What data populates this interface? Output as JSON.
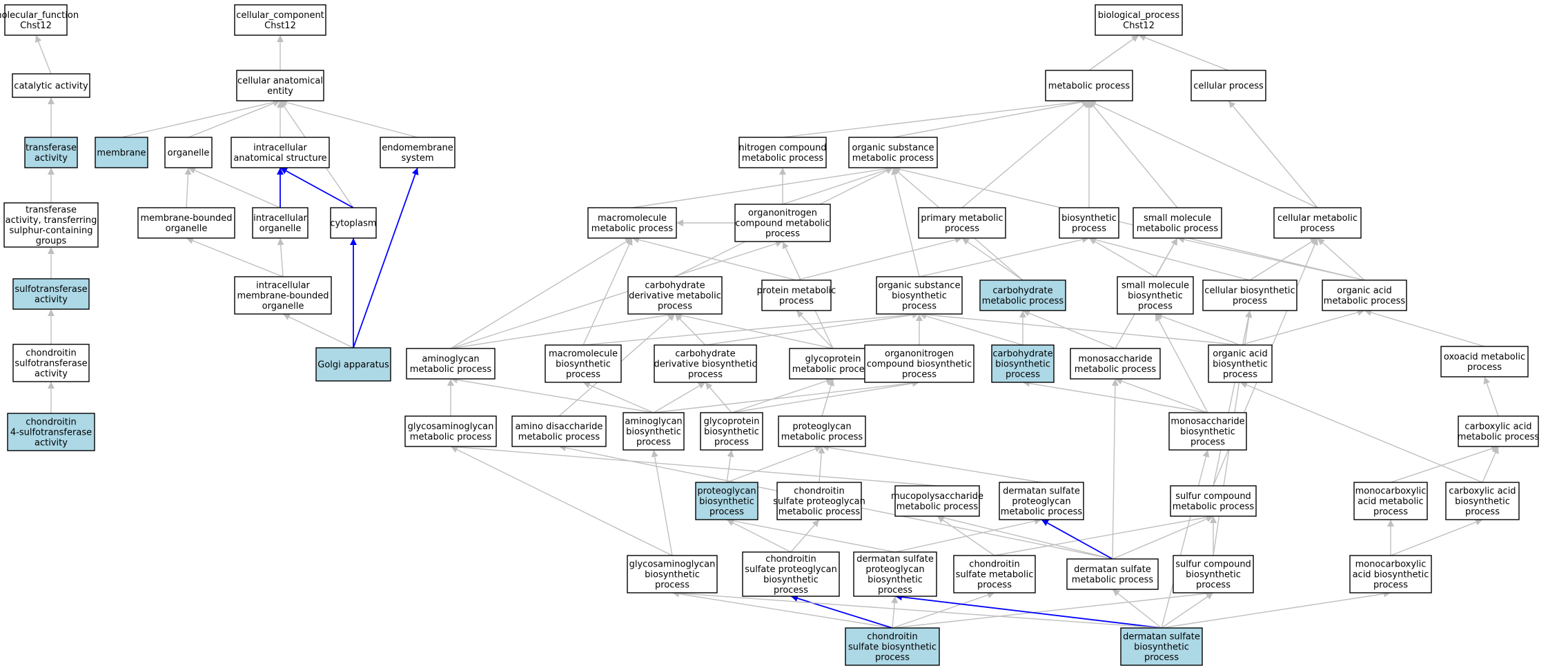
{
  "colors": {
    "highlight": "#add8e6",
    "plain": "#ffffff",
    "edge_default": "#bfbfbf",
    "edge_path": "#0000ff",
    "border": "#000000"
  },
  "nodes": [
    {
      "id": "mf",
      "label": [
        "molecular_function",
        "Chst12"
      ],
      "highlighted": false
    },
    {
      "id": "cat",
      "label": [
        "catalytic activity"
      ],
      "highlighted": false
    },
    {
      "id": "trans",
      "label": [
        "transferase",
        "activity"
      ],
      "highlighted": true
    },
    {
      "id": "tsulf",
      "label": [
        "transferase",
        "activity, transferring",
        "sulphur-containing",
        "groups"
      ],
      "highlighted": false
    },
    {
      "id": "sulfo",
      "label": [
        "sulfotransferase",
        "activity"
      ],
      "highlighted": true
    },
    {
      "id": "chsulfo",
      "label": [
        "chondroitin",
        "sulfotransferase",
        "activity"
      ],
      "highlighted": false
    },
    {
      "id": "ch4s",
      "label": [
        "chondroitin",
        "4-sulfotransferase",
        "activity"
      ],
      "highlighted": true
    },
    {
      "id": "cc",
      "label": [
        "cellular_component",
        "Chst12"
      ],
      "highlighted": false
    },
    {
      "id": "cae",
      "label": [
        "cellular anatomical",
        "entity"
      ],
      "highlighted": false
    },
    {
      "id": "membrane",
      "label": [
        "membrane"
      ],
      "highlighted": true
    },
    {
      "id": "organelle",
      "label": [
        "organelle"
      ],
      "highlighted": false
    },
    {
      "id": "ias",
      "label": [
        "intracellular",
        "anatomical structure"
      ],
      "highlighted": false
    },
    {
      "id": "endo",
      "label": [
        "endomembrane",
        "system"
      ],
      "highlighted": false
    },
    {
      "id": "mbo",
      "label": [
        "membrane-bounded",
        "organelle"
      ],
      "highlighted": false
    },
    {
      "id": "io",
      "label": [
        "intracellular",
        "organelle"
      ],
      "highlighted": false
    },
    {
      "id": "cyto",
      "label": [
        "cytoplasm"
      ],
      "highlighted": false
    },
    {
      "id": "imbo",
      "label": [
        "intracellular",
        "membrane-bounded",
        "organelle"
      ],
      "highlighted": false
    },
    {
      "id": "golgi",
      "label": [
        "Golgi apparatus"
      ],
      "highlighted": true
    },
    {
      "id": "bp",
      "label": [
        "biological_process",
        "Chst12"
      ],
      "highlighted": false
    },
    {
      "id": "metab",
      "label": [
        "metabolic process"
      ],
      "highlighted": false
    },
    {
      "id": "cellp",
      "label": [
        "cellular process"
      ],
      "highlighted": false
    },
    {
      "id": "ncmp",
      "label": [
        "nitrogen compound",
        "metabolic process"
      ],
      "highlighted": false
    },
    {
      "id": "osmp",
      "label": [
        "organic substance",
        "metabolic process"
      ],
      "highlighted": false
    },
    {
      "id": "macro",
      "label": [
        "macromolecule",
        "metabolic process"
      ],
      "highlighted": false
    },
    {
      "id": "oncmp",
      "label": [
        "organonitrogen",
        "compound metabolic",
        "process"
      ],
      "highlighted": false
    },
    {
      "id": "prim",
      "label": [
        "primary metabolic",
        "process"
      ],
      "highlighted": false
    },
    {
      "id": "bios",
      "label": [
        "biosynthetic",
        "process"
      ],
      "highlighted": false
    },
    {
      "id": "smmp",
      "label": [
        "small molecule",
        "metabolic process"
      ],
      "highlighted": false
    },
    {
      "id": "cmp",
      "label": [
        "cellular metabolic",
        "process"
      ],
      "highlighted": false
    },
    {
      "id": "cdmp",
      "label": [
        "carbohydrate",
        "derivative metabolic",
        "process"
      ],
      "highlighted": false
    },
    {
      "id": "protmp",
      "label": [
        "protein metabolic",
        "process"
      ],
      "highlighted": false
    },
    {
      "id": "osbp",
      "label": [
        "organic substance",
        "biosynthetic",
        "process"
      ],
      "highlighted": false
    },
    {
      "id": "carbmp",
      "label": [
        "carbohydrate",
        "metabolic process"
      ],
      "highlighted": true
    },
    {
      "id": "smbp",
      "label": [
        "small molecule",
        "biosynthetic",
        "process"
      ],
      "highlighted": false
    },
    {
      "id": "cbp",
      "label": [
        "cellular biosynthetic",
        "process"
      ],
      "highlighted": false
    },
    {
      "id": "oamp",
      "label": [
        "organic acid",
        "metabolic process"
      ],
      "highlighted": false
    },
    {
      "id": "amgmp",
      "label": [
        "aminoglycan",
        "metabolic process"
      ],
      "highlighted": false
    },
    {
      "id": "mmbp",
      "label": [
        "macromolecule",
        "biosynthetic",
        "process"
      ],
      "highlighted": false
    },
    {
      "id": "cdbp",
      "label": [
        "carbohydrate",
        "derivative biosynthetic",
        "process"
      ],
      "highlighted": false
    },
    {
      "id": "gpmp",
      "label": [
        "glycoprotein",
        "metabolic process"
      ],
      "highlighted": false
    },
    {
      "id": "oncbp",
      "label": [
        "organonitrogen",
        "compound biosynthetic",
        "process"
      ],
      "highlighted": false
    },
    {
      "id": "carbbp",
      "label": [
        "carbohydrate",
        "biosynthetic",
        "process"
      ],
      "highlighted": true
    },
    {
      "id": "msmp",
      "label": [
        "monosaccharide",
        "metabolic process"
      ],
      "highlighted": false
    },
    {
      "id": "oabp",
      "label": [
        "organic acid",
        "biosynthetic",
        "process"
      ],
      "highlighted": false
    },
    {
      "id": "oxmp",
      "label": [
        "oxoacid metabolic",
        "process"
      ],
      "highlighted": false
    },
    {
      "id": "gagmp",
      "label": [
        "glycosaminoglycan",
        "metabolic process"
      ],
      "highlighted": false
    },
    {
      "id": "admp",
      "label": [
        "amino disaccharide",
        "metabolic process"
      ],
      "highlighted": false
    },
    {
      "id": "amgbp",
      "label": [
        "aminoglycan",
        "biosynthetic",
        "process"
      ],
      "highlighted": false
    },
    {
      "id": "gpbp",
      "label": [
        "glycoprotein",
        "biosynthetic",
        "process"
      ],
      "highlighted": false
    },
    {
      "id": "pgmp",
      "label": [
        "proteoglycan",
        "metabolic process"
      ],
      "highlighted": false
    },
    {
      "id": "msbp",
      "label": [
        "monosaccharide",
        "biosynthetic",
        "process"
      ],
      "highlighted": false
    },
    {
      "id": "camp",
      "label": [
        "carboxylic acid",
        "metabolic process"
      ],
      "highlighted": false
    },
    {
      "id": "pgbp",
      "label": [
        "proteoglycan",
        "biosynthetic",
        "process"
      ],
      "highlighted": true
    },
    {
      "id": "cspgmp",
      "label": [
        "chondroitin",
        "sulfate proteoglycan",
        "metabolic process"
      ],
      "highlighted": false
    },
    {
      "id": "mpsmp",
      "label": [
        "mucopolysaccharide",
        "metabolic process"
      ],
      "highlighted": false
    },
    {
      "id": "dspgmp",
      "label": [
        "dermatan sulfate",
        "proteoglycan",
        "metabolic process"
      ],
      "highlighted": false
    },
    {
      "id": "scmp",
      "label": [
        "sulfur compound",
        "metabolic process"
      ],
      "highlighted": false
    },
    {
      "id": "mcamp",
      "label": [
        "monocarboxylic",
        "acid metabolic",
        "process"
      ],
      "highlighted": false
    },
    {
      "id": "cabp",
      "label": [
        "carboxylic acid",
        "biosynthetic",
        "process"
      ],
      "highlighted": false
    },
    {
      "id": "gagbp",
      "label": [
        "glycosaminoglycan",
        "biosynthetic",
        "process"
      ],
      "highlighted": false
    },
    {
      "id": "cspgbp",
      "label": [
        "chondroitin",
        "sulfate proteoglycan",
        "biosynthetic",
        "process"
      ],
      "highlighted": false
    },
    {
      "id": "dspgbp",
      "label": [
        "dermatan sulfate",
        "proteoglycan",
        "biosynthetic",
        "process"
      ],
      "highlighted": false
    },
    {
      "id": "csmp",
      "label": [
        "chondroitin",
        "sulfate metabolic",
        "process"
      ],
      "highlighted": false
    },
    {
      "id": "dsmp",
      "label": [
        "dermatan sulfate",
        "metabolic process"
      ],
      "highlighted": false
    },
    {
      "id": "scbp",
      "label": [
        "sulfur compound",
        "biosynthetic",
        "process"
      ],
      "highlighted": false
    },
    {
      "id": "mcabp",
      "label": [
        "monocarboxylic",
        "acid biosynthetic",
        "process"
      ],
      "highlighted": false
    },
    {
      "id": "csbp",
      "label": [
        "chondroitin",
        "sulfate biosynthetic",
        "process"
      ],
      "highlighted": true
    },
    {
      "id": "dsbp",
      "label": [
        "dermatan sulfate",
        "biosynthetic",
        "process"
      ],
      "highlighted": true
    }
  ],
  "edges": [
    [
      "cat",
      "mf",
      false
    ],
    [
      "trans",
      "cat",
      false
    ],
    [
      "tsulf",
      "trans",
      false
    ],
    [
      "sulfo",
      "tsulf",
      false
    ],
    [
      "chsulfo",
      "sulfo",
      false
    ],
    [
      "ch4s",
      "chsulfo",
      false
    ],
    [
      "cae",
      "cc",
      false
    ],
    [
      "membrane",
      "cae",
      false
    ],
    [
      "organelle",
      "cae",
      false
    ],
    [
      "ias",
      "cae",
      false
    ],
    [
      "endo",
      "cae",
      false
    ],
    [
      "cyto",
      "cae",
      false
    ],
    [
      "mbo",
      "organelle",
      false
    ],
    [
      "io",
      "organelle",
      false
    ],
    [
      "io",
      "ias",
      true
    ],
    [
      "cyto",
      "ias",
      true
    ],
    [
      "imbo",
      "mbo",
      false
    ],
    [
      "imbo",
      "io",
      false
    ],
    [
      "golgi",
      "imbo",
      false
    ],
    [
      "golgi",
      "cyto",
      true
    ],
    [
      "golgi",
      "endo",
      true
    ],
    [
      "metab",
      "bp",
      false
    ],
    [
      "cellp",
      "bp",
      false
    ],
    [
      "ncmp",
      "metab",
      false
    ],
    [
      "osmp",
      "metab",
      false
    ],
    [
      "prim",
      "metab",
      false
    ],
    [
      "bios",
      "metab",
      false
    ],
    [
      "smmp",
      "metab",
      false
    ],
    [
      "cmp",
      "metab",
      false
    ],
    [
      "cmp",
      "cellp",
      false
    ],
    [
      "macro",
      "osmp",
      false
    ],
    [
      "oncmp",
      "ncmp",
      false
    ],
    [
      "oncmp",
      "osmp",
      false
    ],
    [
      "cdmp",
      "osmp",
      false
    ],
    [
      "carbmp",
      "osmp",
      false
    ],
    [
      "osbp",
      "osmp",
      false
    ],
    [
      "oamp",
      "osmp",
      false
    ],
    [
      "amgmp",
      "oncmp",
      false
    ],
    [
      "gpmp",
      "oncmp",
      false
    ],
    [
      "protmp",
      "macro",
      false
    ],
    [
      "protmp",
      "prim",
      false
    ],
    [
      "oncmp",
      "macro",
      false
    ],
    [
      "mmbp",
      "macro",
      false
    ],
    [
      "amgmp",
      "macro",
      false
    ],
    [
      "admp",
      "cdmp",
      false
    ],
    [
      "carbmp",
      "prim",
      false
    ],
    [
      "osbp",
      "bios",
      false
    ],
    [
      "smbp",
      "bios",
      false
    ],
    [
      "smbp",
      "smmp",
      false
    ],
    [
      "cbp",
      "bios",
      false
    ],
    [
      "cbp",
      "cmp",
      false
    ],
    [
      "oamp",
      "smmp",
      false
    ],
    [
      "oamp",
      "cmp",
      false
    ],
    [
      "msmp",
      "smmp",
      false
    ],
    [
      "scmp",
      "cmp",
      false
    ],
    [
      "amgmp",
      "cdmp",
      false
    ],
    [
      "cdbp",
      "cdmp",
      false
    ],
    [
      "gpmp",
      "cdmp",
      false
    ],
    [
      "gpmp",
      "protmp",
      false
    ],
    [
      "mmbp",
      "osbp",
      false
    ],
    [
      "cdbp",
      "osbp",
      false
    ],
    [
      "oncbp",
      "osbp",
      false
    ],
    [
      "carbbp",
      "osbp",
      false
    ],
    [
      "carbbp",
      "carbmp",
      false
    ],
    [
      "msmp",
      "carbmp",
      false
    ],
    [
      "oabp",
      "osbp",
      false
    ],
    [
      "oabp",
      "oamp",
      false
    ],
    [
      "oabp",
      "smbp",
      false
    ],
    [
      "oxmp",
      "oamp",
      false
    ],
    [
      "gagmp",
      "amgmp",
      false
    ],
    [
      "amgbp",
      "amgmp",
      false
    ],
    [
      "amgbp",
      "mmbp",
      false
    ],
    [
      "amgbp",
      "cdbp",
      false
    ],
    [
      "gpbp",
      "cdbp",
      false
    ],
    [
      "gpbp",
      "gpmp",
      false
    ],
    [
      "gpbp",
      "oncbp",
      false
    ],
    [
      "amgbp",
      "oncbp",
      false
    ],
    [
      "pgmp",
      "gpmp",
      false
    ],
    [
      "msbp",
      "msmp",
      false
    ],
    [
      "msbp",
      "carbbp",
      false
    ],
    [
      "msbp",
      "smbp",
      false
    ],
    [
      "camp",
      "oxmp",
      false
    ],
    [
      "cabp",
      "oabp",
      false
    ],
    [
      "cabp",
      "camp",
      false
    ],
    [
      "pgbp",
      "gpbp",
      false
    ],
    [
      "pgbp",
      "pgmp",
      false
    ],
    [
      "cspgmp",
      "pgmp",
      false
    ],
    [
      "mpsmp",
      "gagmp",
      false
    ],
    [
      "dspgmp",
      "pgmp",
      false
    ],
    [
      "dsmp",
      "admp",
      false
    ],
    [
      "dsmp",
      "mpsmp",
      false
    ],
    [
      "mcamp",
      "camp",
      false
    ],
    [
      "scmp",
      "cbp",
      false
    ],
    [
      "gagbp",
      "amgbp",
      false
    ],
    [
      "gagbp",
      "gagmp",
      false
    ],
    [
      "cspgbp",
      "pgbp",
      false
    ],
    [
      "cspgbp",
      "cspgmp",
      false
    ],
    [
      "dspgbp",
      "pgbp",
      false
    ],
    [
      "dspgbp",
      "dspgmp",
      false
    ],
    [
      "csmp",
      "mpsmp",
      false
    ],
    [
      "csmp",
      "scmp",
      false
    ],
    [
      "dsmp",
      "dspgmp",
      true
    ],
    [
      "dsmp",
      "scmp",
      false
    ],
    [
      "dsmp",
      "msmp",
      false
    ],
    [
      "scbp",
      "scmp",
      false
    ],
    [
      "scbp",
      "cbp",
      false
    ],
    [
      "mcabp",
      "mcamp",
      false
    ],
    [
      "mcabp",
      "cabp",
      false
    ],
    [
      "csbp",
      "gagbp",
      false
    ],
    [
      "csbp",
      "cspgbp",
      true
    ],
    [
      "csbp",
      "csmp",
      false
    ],
    [
      "csbp",
      "scbp",
      false
    ],
    [
      "csbp",
      "dspgbp",
      false
    ],
    [
      "dsbp",
      "dspgbp",
      true
    ],
    [
      "dsbp",
      "dsmp",
      false
    ],
    [
      "dsbp",
      "scbp",
      false
    ],
    [
      "dsbp",
      "mcabp",
      false
    ],
    [
      "dsbp",
      "gagbp",
      false
    ],
    [
      "dsbp",
      "msbp",
      false
    ]
  ]
}
